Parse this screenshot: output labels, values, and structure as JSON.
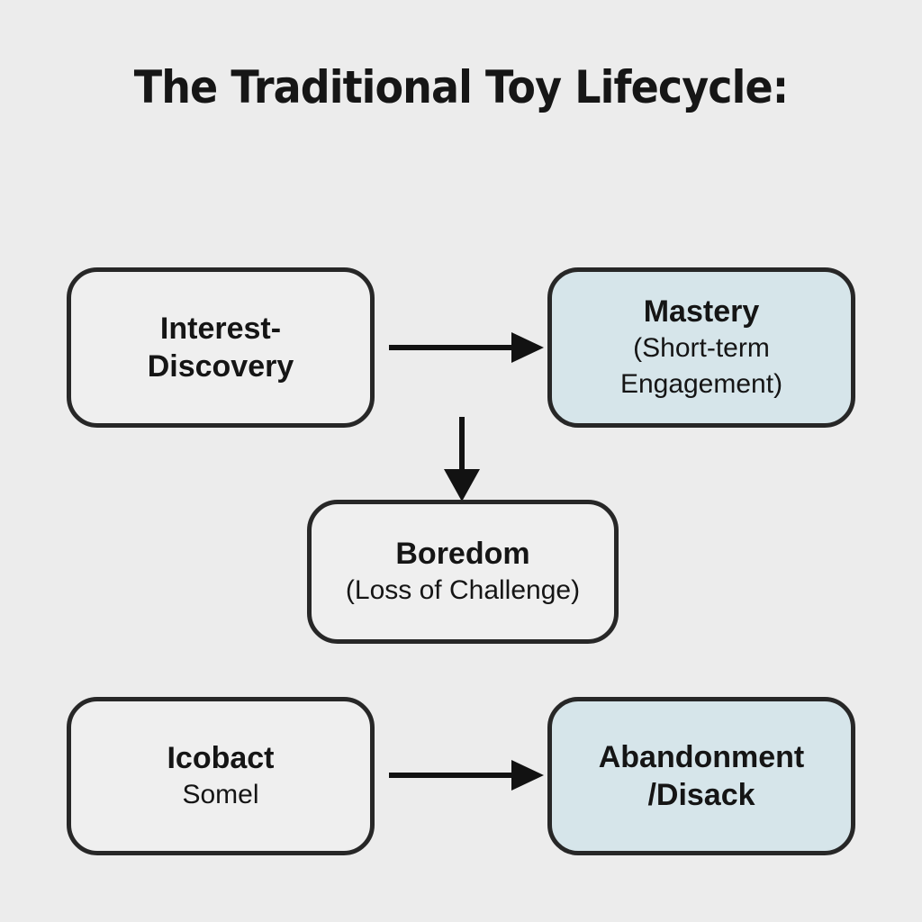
{
  "title": "The Traditional Toy Lifecycle:",
  "colors": {
    "background": "#ececec",
    "box_border": "#272727",
    "box_fill": "#efefef",
    "highlight_fill": "#d6e5ea",
    "arrow": "#121212"
  },
  "nodes": [
    {
      "id": "interest-discovery",
      "main_line1": "Interest-",
      "main_line2": "Discovery",
      "highlight": false
    },
    {
      "id": "mastery",
      "main": "Mastery",
      "sub_line1": "(Short-term",
      "sub_line2": "Engagement)",
      "highlight": true
    },
    {
      "id": "boredom",
      "main": "Boredom",
      "sub": "(Loss of Challenge)",
      "highlight": false
    },
    {
      "id": "icobact",
      "main": "Icobact",
      "sub": "Somel",
      "highlight": false
    },
    {
      "id": "abandonment",
      "main_line1": "Abandonment",
      "main_line2": "/Disack",
      "highlight": true
    }
  ],
  "edges": [
    {
      "from": "interest-discovery",
      "to": "mastery",
      "direction": "right"
    },
    {
      "from": "interest-discovery",
      "to": "boredom",
      "direction": "down"
    },
    {
      "from": "icobact",
      "to": "abandonment",
      "direction": "right"
    }
  ]
}
